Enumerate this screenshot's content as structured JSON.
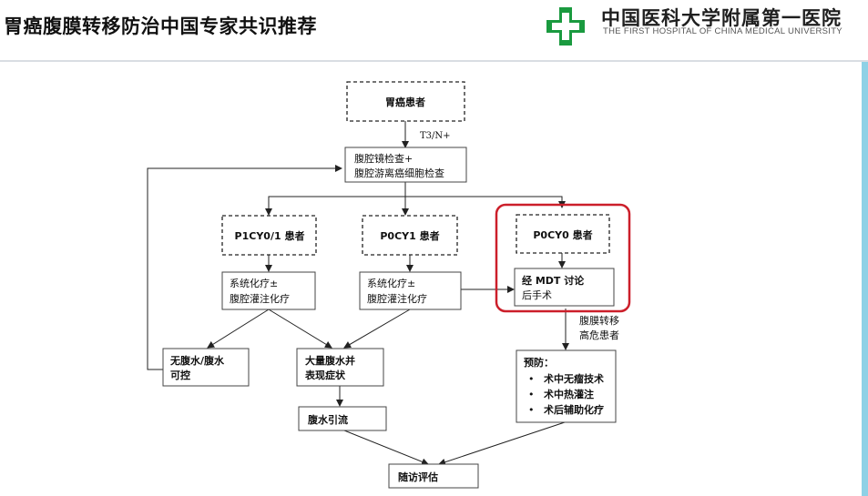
{
  "header": {
    "title": "胃癌腹膜转移防治中国专家共识推荐",
    "logo_cn": "中国医科大学附属第一医院",
    "logo_en": "THE FIRST HOSPITAL OF CHINA MEDICAL UNIVERSITY"
  },
  "colors": {
    "logo_green": "#1a9a3f",
    "highlight_red": "#cc1f2a",
    "right_strip": "#8ed1e6"
  },
  "flow": {
    "start": "胃癌患者",
    "edge_t3": "T3/N+",
    "exam": [
      "腹腔镜检查+",
      "腹腔游离癌细胞检查"
    ],
    "p1": "P1CY0/1 患者",
    "p0cy1": "P0CY1 患者",
    "p0cy0": "P0CY0 患者",
    "chemo_left": [
      "系统化疗±",
      "腹腔灌注化疗"
    ],
    "chemo_mid": [
      "系统化疗±",
      "腹腔灌注化疗"
    ],
    "mdt": [
      "经 MDT 讨论",
      "后手术"
    ],
    "high_risk": [
      "腹膜转移",
      "高危患者"
    ],
    "no_ascites": [
      "无腹水/腹水",
      "可控"
    ],
    "big_ascites": [
      "大量腹水并",
      "表现症状"
    ],
    "drain": "腹水引流",
    "prevention_title": "预防：",
    "prevention_items": [
      "术中无瘤技术",
      "术中热灌注",
      "术后辅助化疗"
    ],
    "followup": "随访评估"
  }
}
